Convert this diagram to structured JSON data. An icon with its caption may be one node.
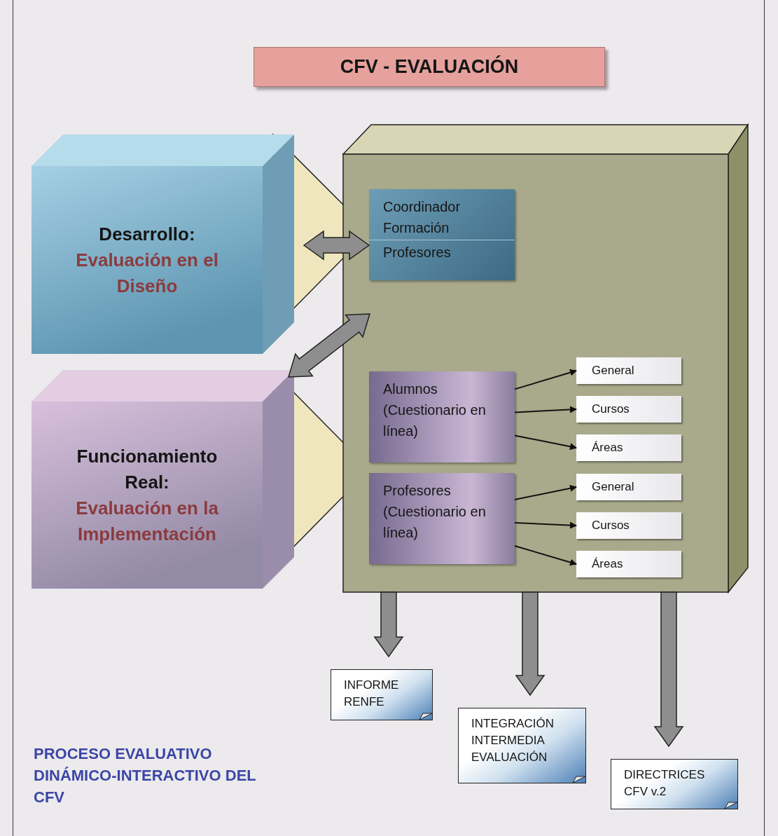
{
  "diagram": {
    "title": "CFV - EVALUACIÓN",
    "nodes": [
      {
        "text": [
          "Desarrollo:",
          "Evaluación en el Diseño"
        ]
      },
      {
        "text": [
          "Funcionamiento Real:",
          "Evaluación en la Implementación"
        ]
      },
      {
        "text": [],
        "shape": "box"
      },
      {
        "text": [
          "Coordinador Formación",
          "Profesores"
        ],
        "in": 2
      },
      {
        "text": [
          "Alumnos (Cuestionario en línea)"
        ],
        "in": 2
      },
      {
        "text": [
          "Profesores (Cuestionario en línea)"
        ],
        "in": 2
      },
      {
        "text": [
          "General"
        ],
        "in": 2
      },
      {
        "text": [
          "Cursos"
        ],
        "in": 2
      },
      {
        "text": [
          "Áreas"
        ],
        "in": 2
      },
      {
        "text": [
          "General"
        ],
        "in": 2
      },
      {
        "text": [
          "Cursos"
        ],
        "in": 2
      },
      {
        "text": [
          "Áreas"
        ],
        "in": 2
      },
      {
        "text": [
          "INFORME RENFE"
        ]
      },
      {
        "text": [
          "INTEGRACIÓN INTERMEDIA EVALUACIÓN"
        ]
      },
      {
        "text": [
          "DIRECTRICES CFV v.2"
        ]
      }
    ],
    "edges": [
      {
        "from": 0,
        "to": 3,
        "arrow": "both",
        "style": "thick",
        "color": "#8e8e8e"
      },
      {
        "from": 1,
        "to": 2,
        "arrow": "both",
        "style": "thick",
        "color": "#8e8e8e"
      },
      {
        "from": 4,
        "to": 6,
        "arrow": "to"
      },
      {
        "from": 4,
        "to": 7,
        "arrow": "to"
      },
      {
        "from": 4,
        "to": 8,
        "arrow": "to"
      },
      {
        "from": 5,
        "to": 9,
        "arrow": "to"
      },
      {
        "from": 5,
        "to": 10,
        "arrow": "to"
      },
      {
        "from": 5,
        "to": 11,
        "arrow": "to"
      },
      {
        "from": 2,
        "to": 12,
        "arrow": "to",
        "style": "thick",
        "color": "#8e8e8e"
      },
      {
        "from": 2,
        "to": 13,
        "arrow": "to",
        "style": "thick",
        "color": "#8e8e8e"
      },
      {
        "from": 2,
        "to": 14,
        "arrow": "to",
        "style": "thick",
        "color": "#8e8e8e"
      }
    ],
    "labels": [
      "PROCESO EVALUATIVO DINÁMICO-INTERACTIVO DEL CFV"
    ]
  }
}
